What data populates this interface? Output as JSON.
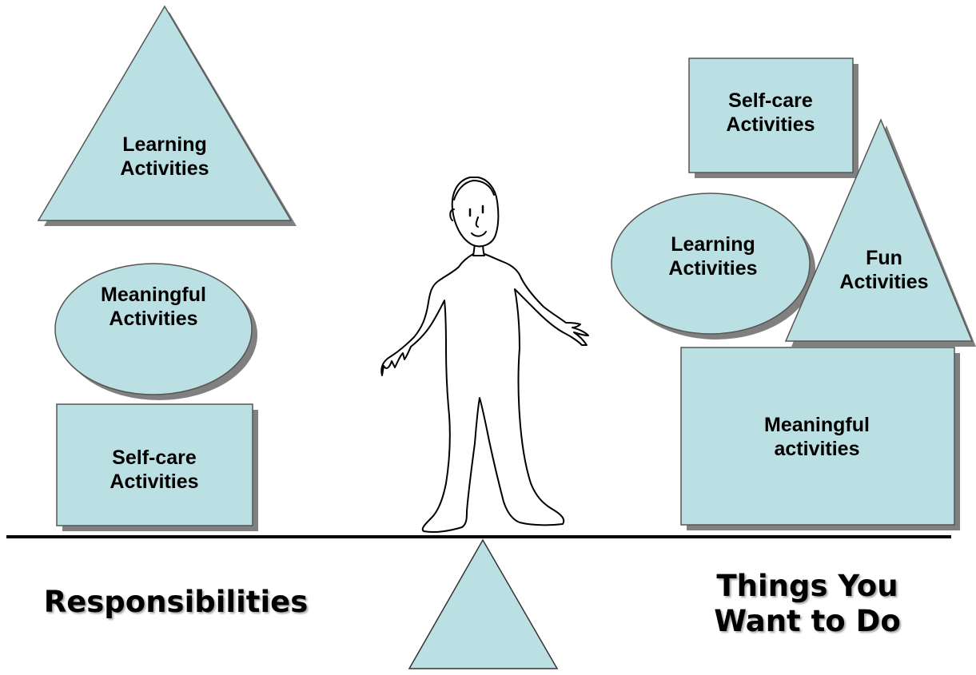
{
  "colors": {
    "fill": "#bbe0e3",
    "stroke": "#555555",
    "shadow": "#808080"
  },
  "left": {
    "triangle_label": "Learning\nActivities",
    "ellipse_label": "Meaningful\nActivities",
    "rect_label": "Self-care\nActivities"
  },
  "right": {
    "rect_small_label": "Self-care\nActivities",
    "ellipse_label": "Learning\nActivities",
    "triangle_label": "Fun\nActivities",
    "rect_big_label": "Meaningful\nactivities"
  },
  "captions": {
    "left": "Responsibilities",
    "right": "Things You\nWant to Do"
  }
}
